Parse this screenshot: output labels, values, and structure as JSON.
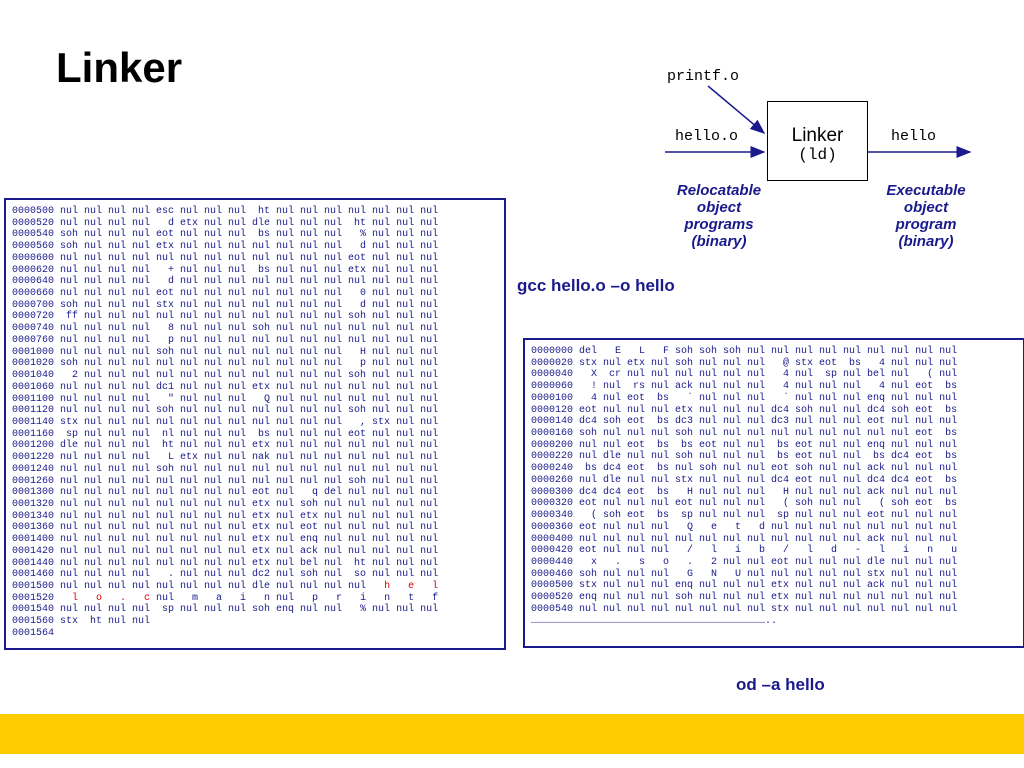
{
  "slide": {
    "title": "Linker"
  },
  "diagram": {
    "input_top": "printf.o",
    "input_left": "hello.o",
    "box_title": "Linker",
    "box_sub": "(ld)",
    "output": "hello",
    "caption_left": [
      "Relocatable",
      "object",
      "programs",
      "(binary)"
    ],
    "caption_right": [
      "Executable",
      "object",
      "program",
      "(binary)"
    ]
  },
  "commands": {
    "gcc": "gcc hello.o –o hello",
    "od": "od –a hello"
  },
  "left_dump": {
    "lines": [
      "0000500 nul nul nul nul esc nul nul nul  ht nul nul nul nul nul nul nul",
      "0000520 nul nul nul nul   d etx nul nul dle nul nul nul  ht nul nul nul",
      "0000540 soh nul nul nul eot nul nul nul  bs nul nul nul   % nul nul nul",
      "0000560 soh nul nul nul etx nul nul nul nul nul nul nul   d nul nul nul",
      "0000600 nul nul nul nul nul nul nul nul nul nul nul nul eot nul nul nul",
      "0000620 nul nul nul nul   + nul nul nul  bs nul nul nul etx nul nul nul",
      "0000640 nul nul nul nul   d nul nul nul nul nul nul nul nul nul nul nul",
      "0000660 nul nul nul nul eot nul nul nul nul nul nul nul   0 nul nul nul",
      "0000700 soh nul nul nul stx nul nul nul nul nul nul nul   d nul nul nul",
      "0000720  ff nul nul nul nul nul nul nul nul nul nul nul soh nul nul nul",
      "0000740 nul nul nul nul   8 nul nul nul soh nul nul nul nul nul nul nul",
      "0000760 nul nul nul nul   p nul nul nul nul nul nul nul nul nul nul nul",
      "0001000 nul nul nul nul soh nul nul nul nul nul nul nul   H nul nul nul",
      "0001020 soh nul nul nul nul nul nul nul nul nul nul nul   p nul nul nul",
      "0001040   2 nul nul nul nul nul nul nul nul nul nul nul soh nul nul nul",
      "0001060 nul nul nul nul dc1 nul nul nul etx nul nul nul nul nul nul nul",
      "0001100 nul nul nul nul   \" nul nul nul   Q nul nul nul nul nul nul nul",
      "0001120 nul nul nul nul soh nul nul nul nul nul nul nul soh nul nul nul",
      "0001140 stx nul nul nul nul nul nul nul nul nul nul nul   , stx nul nul",
      "0001160  sp nul nul nul  nl nul nul nul  bs nul nul nul eot nul nul nul",
      "0001200 dle nul nul nul  ht nul nul nul etx nul nul nul nul nul nul nul",
      "0001220 nul nul nul nul   L etx nul nul nak nul nul nul nul nul nul nul",
      "0001240 nul nul nul nul soh nul nul nul nul nul nul nul nul nul nul nul",
      "0001260 nul nul nul nul nul nul nul nul nul nul nul nul soh nul nul nul",
      "0001300 nul nul nul nul nul nul nul nul eot nul   q del nul nul nul nul",
      "0001320 nul nul nul nul nul nul nul nul etx nul soh nul nul nul nul nul",
      "0001340 nul nul nul nul nul nul nul nul etx nul etx nul nul nul nul nul",
      "0001360 nul nul nul nul nul nul nul nul etx nul eot nul nul nul nul nul",
      "0001400 nul nul nul nul nul nul nul nul etx nul enq nul nul nul nul nul",
      "0001420 nul nul nul nul nul nul nul nul etx nul ack nul nul nul nul nul",
      "0001440 nul nul nul nul nul nul nul nul etx nul bel nul  ht nul nul nul",
      "0001460 nul nul nul nul   . nul nul nul dc2 nul soh nul  so nul nul nul",
      "0001500 nul nul nul nul nul nul nul nul dle nul nul nul nul   h   e   l",
      "0001520   l   o   .   c nul   m   a   i   n nul   p   r   i   n   t   f",
      "0001540 nul nul nul nul  sp nul nul nul soh enq nul nul   % nul nul nul",
      "0001560 stx  ht nul nul",
      "0001564"
    ]
  },
  "right_dump": {
    "lines": [
      "0000000 del   E   L   F soh soh soh nul nul nul nul nul nul nul nul nul",
      "0000020 stx nul etx nul soh nul nul nul   @ stx eot  bs   4 nul nul nul",
      "0000040   X  cr nul nul nul nul nul nul   4 nul  sp nul bel nul   ( nul",
      "0000060   ! nul  rs nul ack nul nul nul   4 nul nul nul   4 nul eot  bs",
      "0000100   4 nul eot  bs   ` nul nul nul   ` nul nul nul enq nul nul nul",
      "0000120 eot nul nul nul etx nul nul nul dc4 soh nul nul dc4 soh eot  bs",
      "0000140 dc4 soh eot  bs dc3 nul nul nul dc3 nul nul nul eot nul nul nul",
      "0000160 soh nul nul nul soh nul nul nul nul nul nul nul nul nul eot  bs",
      "0000200 nul nul eot  bs  bs eot nul nul  bs eot nul nul enq nul nul nul",
      "0000220 nul dle nul nul soh nul nul nul  bs eot nul nul  bs dc4 eot  bs",
      "0000240  bs dc4 eot  bs nul soh nul nul eot soh nul nul ack nul nul nul",
      "0000260 nul dle nul nul stx nul nul nul dc4 eot nul nul dc4 dc4 eot  bs",
      "0000300 dc4 dc4 eot  bs   H nul nul nul   H nul nul nul ack nul nul nul",
      "0000320 eot nul nul nul eot nul nul nul   ( soh nul nul   ( soh eot  bs",
      "0000340   ( soh eot  bs  sp nul nul nul  sp nul nul nul eot nul nul nul",
      "0000360 eot nul nul nul   Q   e   t   d nul nul nul nul nul nul nul nul",
      "0000400 nul nul nul nul nul nul nul nul nul nul nul nul ack nul nul nul",
      "0000420 eot nul nul nul   /   l   i   b   /   l   d   -   l   i   n   u",
      "0000440   x   .   s   o   .   2 nul nul eot nul nul nul dle nul nul nul",
      "0000460 soh nul nul nul   G   N   U nul nul nul nul nul stx nul nul nul",
      "0000500 stx nul nul nul enq nul nul nul etx nul nul nul ack nul nul nul",
      "0000520 enq nul nul nul soh nul nul nul etx nul nul nul nul nul nul nul",
      "0000540 nul nul nul nul nul nul nul nul stx nul nul nul nul nul nul nul",
      "……………………………………………………………………………………………………….."
    ]
  },
  "colors": {
    "text_blue": "#1a1a8c",
    "highlight_red": "#e00000",
    "bottom_bar": "#ffcc00"
  }
}
